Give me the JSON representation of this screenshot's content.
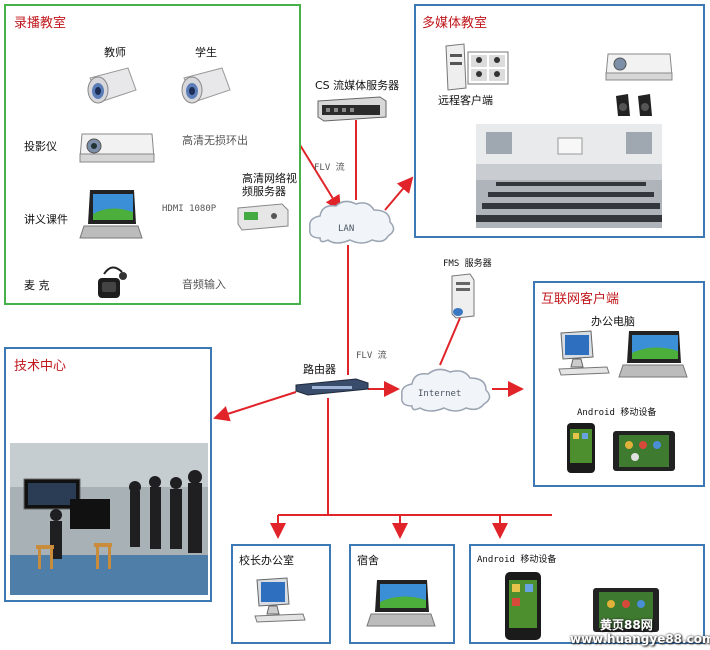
{
  "panels": {
    "recording": {
      "title": "录播教室",
      "teacher": "教师",
      "student": "学生",
      "projector": "投影仪",
      "lecture": "讲义课件",
      "mic": "麦  克",
      "hd_out": "高清无损环出",
      "hdmi": "HDMI 1080P",
      "audio_in": "音频输入",
      "video_server": "高清网络视频服务器"
    },
    "multimedia": {
      "title": "多媒体教室",
      "remote_client": "远程客户端"
    },
    "internet_client": {
      "title": "互联网客户端",
      "office_pc": "办公电脑",
      "android": "Android 移动设备"
    },
    "tech": {
      "title": "技术中心"
    },
    "principal": {
      "title": "校长办公室"
    },
    "dorm": {
      "title": "宿舍"
    },
    "android_bottom": {
      "title": "Android 移动设备"
    }
  },
  "nodes": {
    "cs_server": "CS 流媒体服务器",
    "lan": "LAN",
    "flv_top": "FLV 流",
    "fms_server": "FMS 服务器",
    "router": "路由器",
    "flv_mid": "FLV 流",
    "internet": "Internet"
  },
  "watermark": {
    "line1": "黄页88网",
    "line2": "www.huangye88.com"
  },
  "colors": {
    "line_red": "#e0242a",
    "line_purple": "#7a3fa0",
    "panel_blue": "#3b78b4",
    "panel_green": "#47b24a"
  }
}
